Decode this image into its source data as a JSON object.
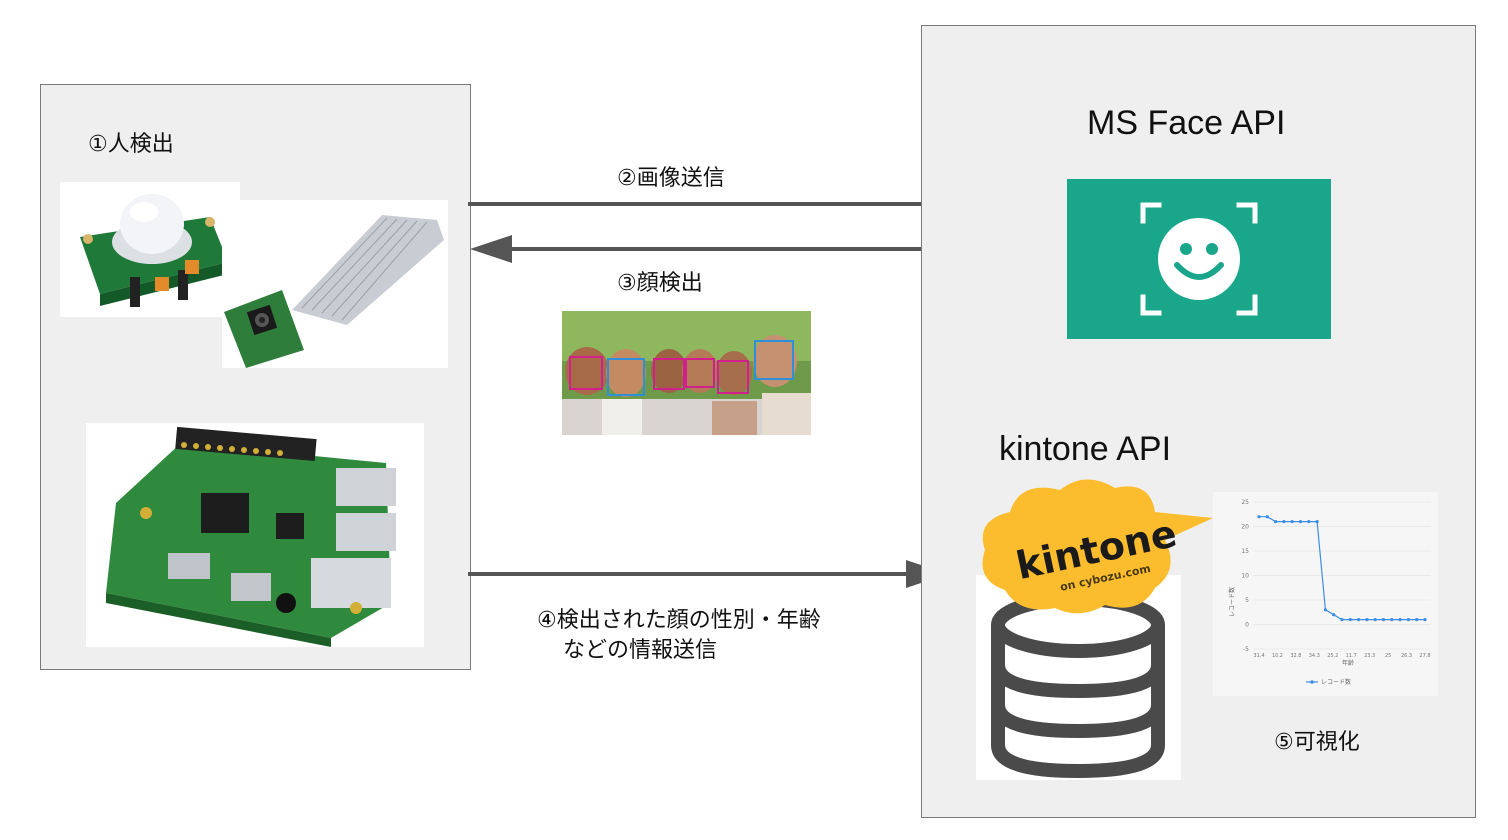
{
  "left_panel": {
    "step1_label": "①人検出"
  },
  "arrows": {
    "step2_label": "②画像送信",
    "step3_label": "③顔検出",
    "step4_line1": "④検出された顔の性別・年齢",
    "step4_line2": "などの情報送信"
  },
  "right_panel": {
    "ms_title": "MS Face API",
    "kintone_title": "kintone API",
    "kintone_logo_text": "kintone",
    "kintone_logo_sub": "on cybozu.com",
    "step5_label": "⑤可視化"
  },
  "chart_data": {
    "type": "line",
    "ylabel": "レコード数",
    "xlabel": "年齢",
    "yticks": [
      25,
      20,
      15,
      10,
      5,
      0,
      -5
    ],
    "ylim": [
      -5,
      25
    ],
    "xtick_labels": [
      "31.4",
      "10.2",
      "32.8",
      "34.3",
      "25.2",
      "11.7",
      "23.3",
      "25",
      "26.3",
      "27.8"
    ],
    "series": [
      {
        "name": "レコード数",
        "values": [
          22,
          22,
          21,
          21,
          21,
          21,
          21,
          21,
          3,
          2,
          1,
          1,
          1,
          1,
          1,
          1,
          1,
          1,
          1,
          1,
          1
        ]
      }
    ],
    "legend_position": "bottom",
    "grid": true,
    "colors": {
      "line": "#3b8ee6"
    }
  },
  "colors": {
    "panel_bg": "#efefef",
    "panel_border": "#7a7a7a",
    "arrow": "#555555",
    "face_api_green": "#1aa68a",
    "kintone_yellow": "#fbbd2d",
    "database": "#4a4a4a"
  }
}
